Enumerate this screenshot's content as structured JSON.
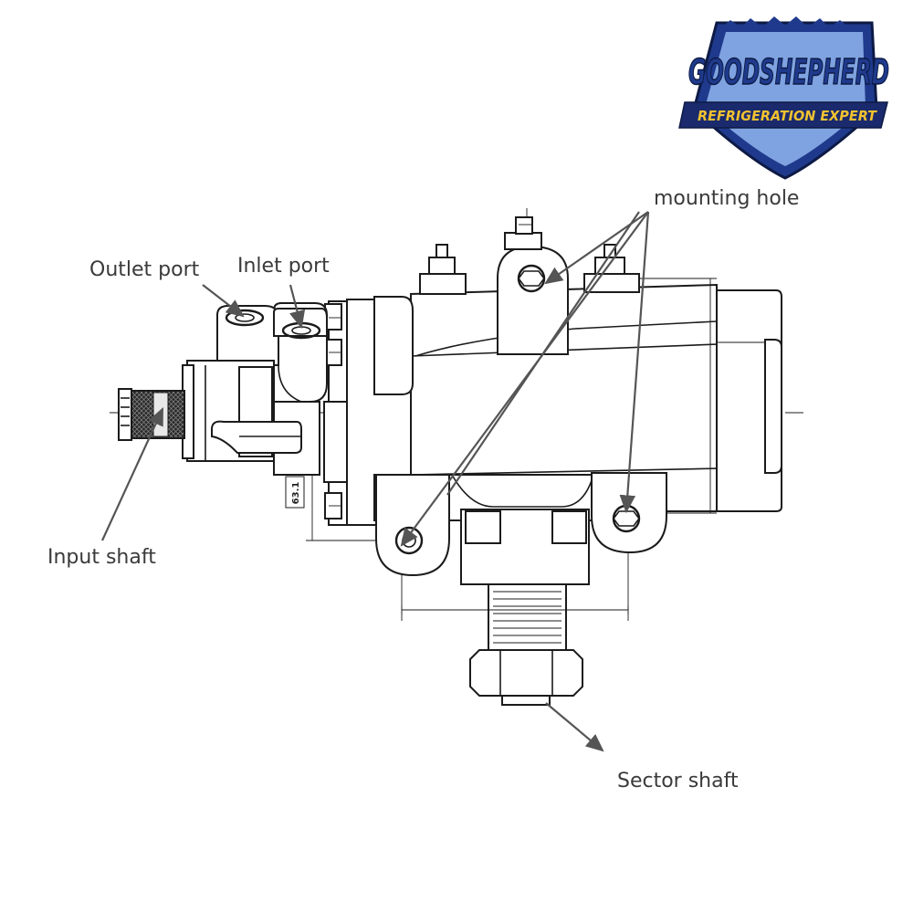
{
  "logo": {
    "name": "GOODSHEPHERD",
    "tagline": "REFRIGERATION EXPERT",
    "colors": {
      "shield": "#1f3a8c",
      "shield_light": "#7fa3e0",
      "banner": "#1a2a6c",
      "tagline_text": "#f2c230"
    }
  },
  "labels": {
    "mounting_hole": "mounting hole",
    "outlet_port": "Outlet port",
    "inlet_port": "Inlet port",
    "input_shaft": "Input shaft",
    "sector_shaft": "Sector shaft"
  },
  "dimension": "63.1"
}
